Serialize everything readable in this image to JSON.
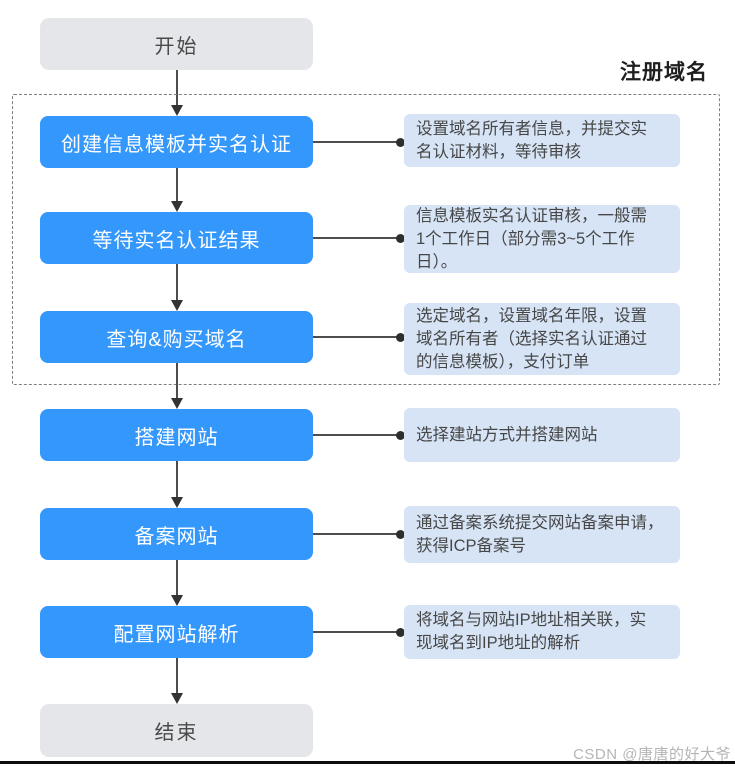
{
  "flow": {
    "start": "开始",
    "end": "结束",
    "group_label": "注册域名",
    "steps": [
      {
        "label": "创建信息模板并实名认证",
        "desc": "设置域名所有者信息，并提交实\n名认证材料，等待审核"
      },
      {
        "label": "等待实名认证结果",
        "desc": "信息模板实名认证审核，一般需\n1个工作日（部分需3~5个工作\n日）。"
      },
      {
        "label": "查询&购买域名",
        "desc": "选定域名，设置域名年限，设置\n域名所有者（选择实名认证通过\n的信息模板），支付订单"
      },
      {
        "label": "搭建网站",
        "desc": "选择建站方式并搭建网站"
      },
      {
        "label": "备案网站",
        "desc": "通过备案系统提交网站备案申请，\n获得ICP备案号"
      },
      {
        "label": "配置网站解析",
        "desc": "将域名与网站IP地址相关联，实\n现域名到IP地址的解析"
      }
    ]
  },
  "watermark": "CSDN @唐唐的好大爷",
  "colors": {
    "step_bg": "#3397FC",
    "step_text": "#FFFFFF",
    "desc_bg": "#D6E4F6",
    "terminal_bg": "#E4E6EA",
    "connector": "#4D4D4D",
    "dashed_border": "#7F7F7F",
    "watermark_text": "#B5B5B5",
    "bottom_bar": "#0D0D0D"
  }
}
